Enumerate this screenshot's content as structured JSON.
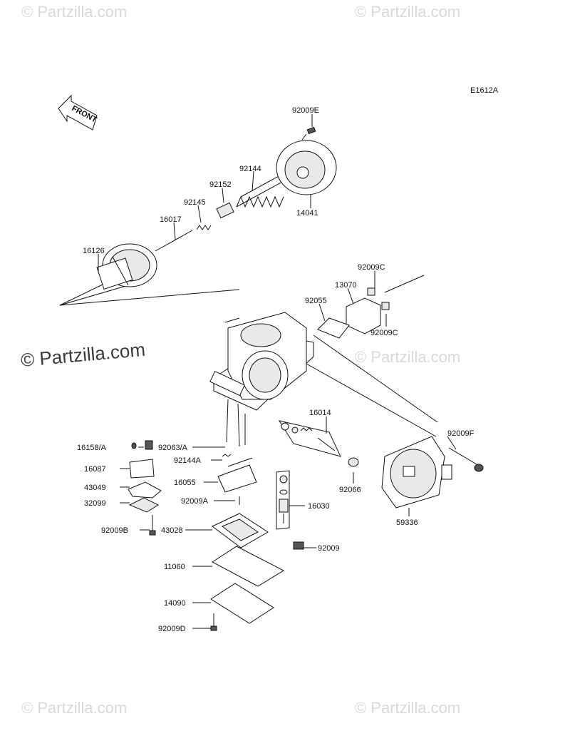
{
  "diagram": {
    "code": "E1612A",
    "front_label": "FRONT",
    "watermark": "© Partzilla.com",
    "watermark_center": "© Partzilla.com",
    "part_numbers": {
      "p92009E": "92009E",
      "p92144": "92144",
      "p92152": "92152",
      "p92145": "92145",
      "p16017": "16017",
      "p16126": "16126",
      "p14041": "14041",
      "p92009C_top": "92009C",
      "p13070": "13070",
      "p92055": "92055",
      "p92009C_bot": "92009C",
      "p16014": "16014",
      "p92009F": "92009F",
      "p16158A": "16158/A",
      "p92063A": "92063/A",
      "p16087": "16087",
      "p92144A": "92144A",
      "p43049": "43049",
      "p16055": "16055",
      "p32099": "32099",
      "p92009A": "92009A",
      "p92066": "92066",
      "p16030": "16030",
      "p59336": "59336",
      "p92009B": "92009B",
      "p43028": "43028",
      "p92009": "92009",
      "p11060": "11060",
      "p14090": "14090",
      "p92009D": "92009D"
    }
  }
}
